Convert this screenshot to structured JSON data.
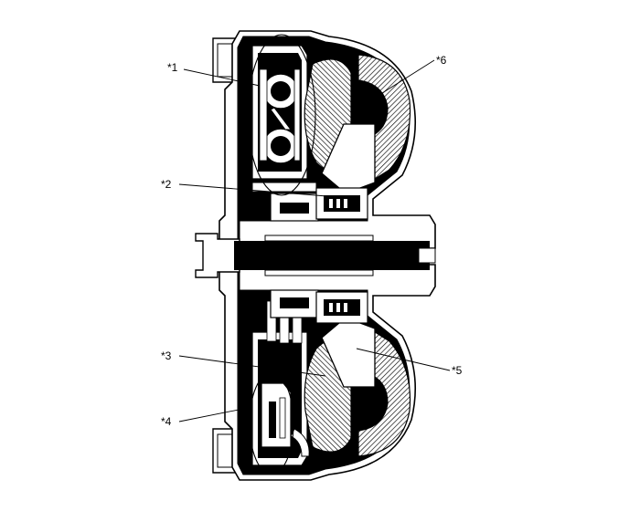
{
  "callouts": [
    {
      "id": "1",
      "label": "*1"
    },
    {
      "id": "2",
      "label": "*2"
    },
    {
      "id": "3",
      "label": "*3"
    },
    {
      "id": "4",
      "label": "*4"
    },
    {
      "id": "5",
      "label": "*5"
    },
    {
      "id": "6",
      "label": "*6"
    }
  ]
}
